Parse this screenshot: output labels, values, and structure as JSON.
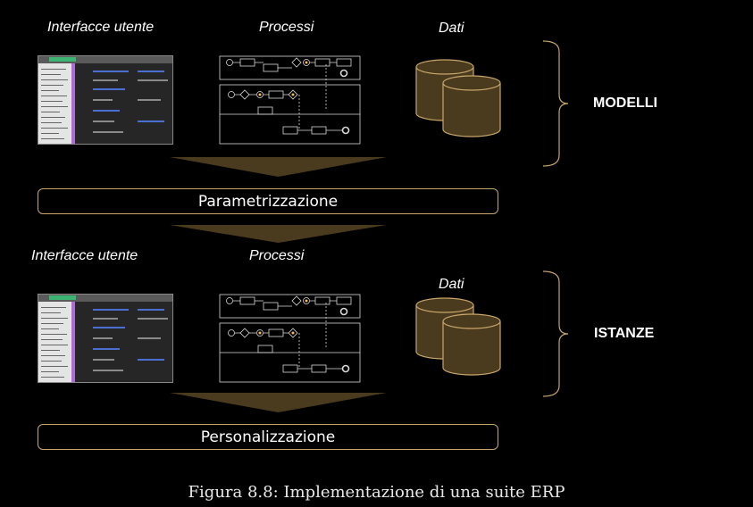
{
  "models_section": {
    "col_ui": "Interfacce utente",
    "col_process": "Processi",
    "col_data": "Dati",
    "side_label": "MODELLI"
  },
  "parametrization_bar": {
    "label": "Parametrizzazione"
  },
  "instances_section": {
    "col_ui": "Interfacce utente",
    "col_process": "Processi",
    "col_data": "Dati",
    "side_label": "ISTANZE"
  },
  "personalization_bar": {
    "label": "Personalizzazione"
  },
  "caption": {
    "text": "Figura 8.8:  Implementazione di una suite ERP"
  },
  "colors": {
    "arrow_fill": "#4a3a1e",
    "cylinder_fill": "#4a3a1e",
    "outline": "#c9a66b",
    "background": "#000000"
  }
}
